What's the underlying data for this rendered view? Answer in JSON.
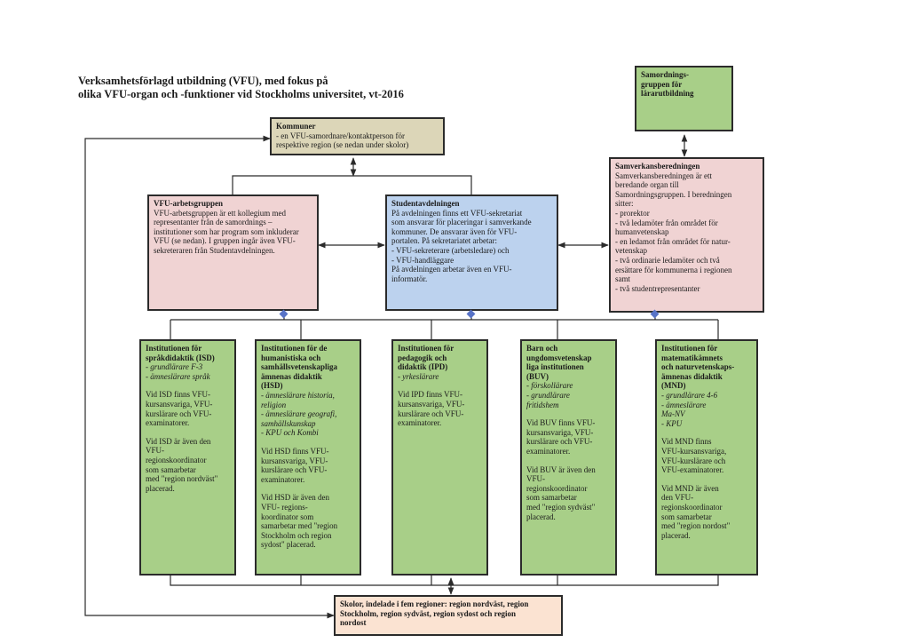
{
  "title": {
    "line1": "Verksamhetsförlagd utbildning (VFU), med fokus på",
    "line2": "olika VFU-organ och -funktioner vid Stockholms universitet, vt-2016"
  },
  "samordningsgruppen": {
    "heading_lines": [
      "Samordnings-",
      "gruppen för",
      "lärarutbildning"
    ]
  },
  "kommuner": {
    "heading": "Kommuner",
    "lines": [
      "- en VFU-samordnare/kontaktperson för",
      "respektive region (se nedan under skolor)"
    ]
  },
  "samverkansberedningen": {
    "heading": "Samverkansberedningen",
    "lines": [
      "Samverkansberedningen är ett",
      "beredande organ till",
      "Samordningsgruppen. I beredningen",
      "sitter:",
      "- prorektor",
      "- två ledamöter från området för",
      "humanvetenskap",
      "- en ledamot från området för natur-",
      "vetenskap",
      "- två ordinarie ledamöter och två",
      "ersättare för kommunerna i regionen",
      "samt",
      "- två studentrepresentanter"
    ]
  },
  "vfu_arbetsgruppen": {
    "heading": "VFU-arbetsgruppen",
    "lines": [
      "VFU-arbetsgruppen är ett kollegium med",
      "representanter från de samordnings –",
      "institutioner som har program som inkluderar",
      "VFU (se nedan). I gruppen ingår även VFU-",
      "sekreteraren från Studentavdelningen."
    ]
  },
  "studentavdelningen": {
    "heading": "Studentavdelningen",
    "lines": [
      "På avdelningen finns ett VFU-sekretariat",
      "som ansvarar för placeringar i samverkande",
      "kommuner. De ansvarar även för VFU-",
      "portalen. På sekretariatet arbetar:",
      "- VFU-sekreterare (arbetsledare) och",
      "- VFU-handläggare",
      "På avdelningen arbetar även en VFU-",
      "informatör."
    ]
  },
  "isd": {
    "heading_lines": [
      "Institutionen för",
      "språkdidaktik (ISD)"
    ],
    "italic_lines": [
      "- grundlärare F-3",
      "- ämneslärare språk"
    ],
    "para1": [
      "Vid ISD finns VFU-",
      "kursansvariga, VFU-",
      "kurslärare och VFU-",
      "examinatorer."
    ],
    "para2": [
      "Vid ISD är även den",
      "VFU-",
      "regionskoordinator",
      "som samarbetar",
      "med \"region nordväst\"",
      "placerad."
    ]
  },
  "hsd": {
    "heading_lines": [
      "Institutionen för de",
      "humanistiska och",
      "samhällsvetenskapliga",
      "ämnenas didaktik",
      "(HSD)"
    ],
    "italic_lines": [
      "- ämneslärare historia,",
      "religion",
      "- ämneslärare geografi,",
      "samhällskunskap",
      "- KPU och Kombi"
    ],
    "para1": [
      "Vid HSD finns VFU-",
      "kursansvariga, VFU-",
      "kurslärare och VFU-",
      "examinatorer."
    ],
    "para2": [
      "Vid HSD är även den",
      "VFU- regions-",
      "koordinator som",
      "samarbetar med \"region",
      "Stockholm och region",
      "sydost\" placerad."
    ]
  },
  "ipd": {
    "heading_lines": [
      "Institutionen för",
      "pedagogik och",
      "didaktik (IPD)"
    ],
    "italic_lines": [
      "- yrkeslärare"
    ],
    "para1": [
      "Vid IPD finns VFU-",
      "kursansvariga, VFU-",
      "kurslärare och VFU-",
      "examinatorer."
    ]
  },
  "buv": {
    "heading_lines": [
      "Barn och",
      "ungdomsvetenskap",
      "liga institutionen",
      "(BUV)"
    ],
    "italic_lines": [
      "- förskollärare",
      "- grundlärare",
      "fritidshem"
    ],
    "para1": [
      "Vid BUV finns VFU-",
      "kursansvariga, VFU-",
      "kurslärare och VFU-",
      "examinatorer."
    ],
    "para2": [
      "Vid BUV är även den",
      "VFU-",
      "regionskoordinator",
      "som samarbetar",
      "med \"region sydväst\"",
      "placerad."
    ]
  },
  "mnd": {
    "heading_lines": [
      "Institutionen för",
      "matematikämnets",
      "och naturvetenskaps-",
      "ämnenas didaktik",
      "(MND)"
    ],
    "italic_lines": [
      "- grundlärare 4-6",
      "- ämneslärare",
      "Ma-NV",
      "- KPU"
    ],
    "para1": [
      "Vid MND finns",
      "VFU-kursansvariga,",
      "VFU-kurslärare och",
      "VFU-examinatorer."
    ],
    "para2": [
      "Vid MND är även",
      "den VFU-",
      "regionskoordinator",
      "som samarbetar",
      "med \"region nordost\"",
      "placerad."
    ]
  },
  "skolor": {
    "heading_lines": [
      "Skolor, indelade i fem regioner: region nordväst, region",
      "Stockholm, region sydväst, region sydost och region",
      "nordost"
    ]
  },
  "colors": {
    "tan": "#dcd6b8",
    "green": "#a8cf88",
    "pink": "#f0d3d3",
    "blue": "#bcd2ee",
    "peach": "#fbe3d2",
    "line": "#2b2b2b",
    "bullet": "#5873c7"
  }
}
